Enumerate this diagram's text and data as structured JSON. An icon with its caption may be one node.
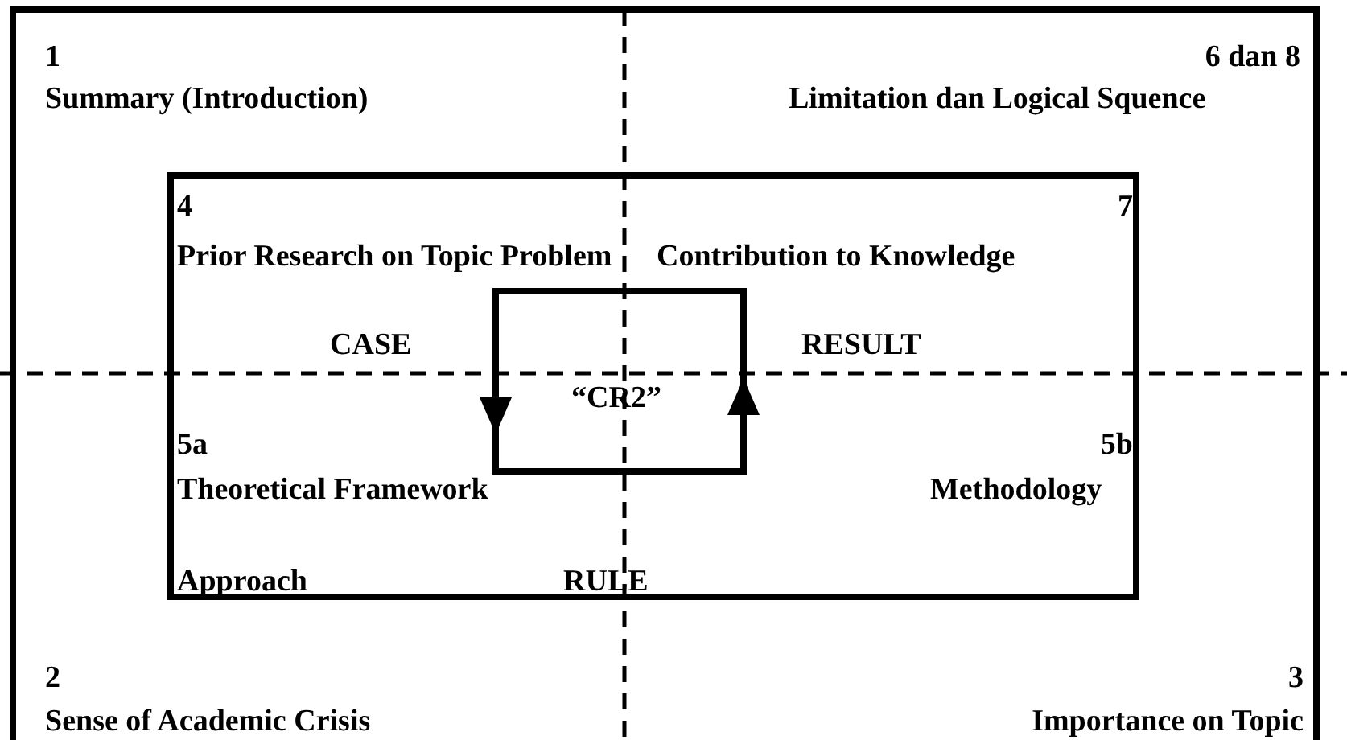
{
  "diagram": {
    "labels": [
      "1",
      "6 dan 8",
      "Summary (Introduction)",
      "Limitation dan Logical Squence",
      "4",
      "7",
      "Prior Research on Topic Problem",
      "Contribution to Knowledge",
      "CASE",
      "RESULT",
      "“CR2”",
      "5a",
      "5b",
      "Theoretical Framework",
      "Methodology",
      "Approach",
      "RULE",
      "2",
      "3",
      "Sense of Academic Crisis",
      "Importance on Topic"
    ]
  }
}
